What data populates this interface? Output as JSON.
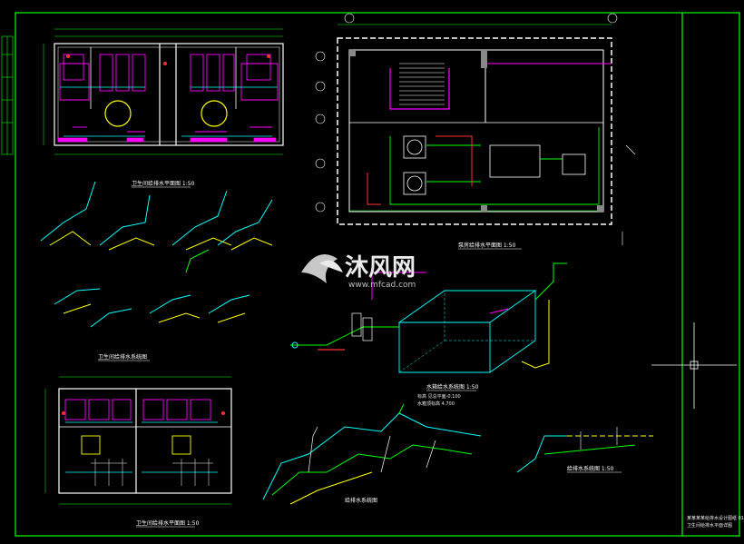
{
  "watermark": {
    "main": "沐风网",
    "sub": "www.mfcad.com"
  },
  "drawings": {
    "plan_top_left": "卫生间给排水平面图 1:50",
    "iso_left": "卫生间给排水系统图",
    "plan_bottom_left": "卫生间给排水平面图 1:50",
    "pump_plan": "泵房给排水平面图 1:50",
    "tank_iso": "水箱给水系统图 1:50",
    "tank_note_1": "标高 见总平面-0.100",
    "tank_note_2": "水箱顶标高 4.700",
    "iso_bottom": "给排水系统图",
    "iso_right": "给排水系统图 1:50"
  },
  "title_block": {
    "line1": "某某某某给排水设计图纸 01",
    "line2": "卫生间给排水平面详图"
  },
  "colors": {
    "frame": "#00ff00",
    "wall": "#ffffff",
    "pipe_cold": "#00ffff",
    "pipe_drain": "#ffff00",
    "fixture": "#ff00ff",
    "green": "#00ff00",
    "red": "#ff3030"
  }
}
